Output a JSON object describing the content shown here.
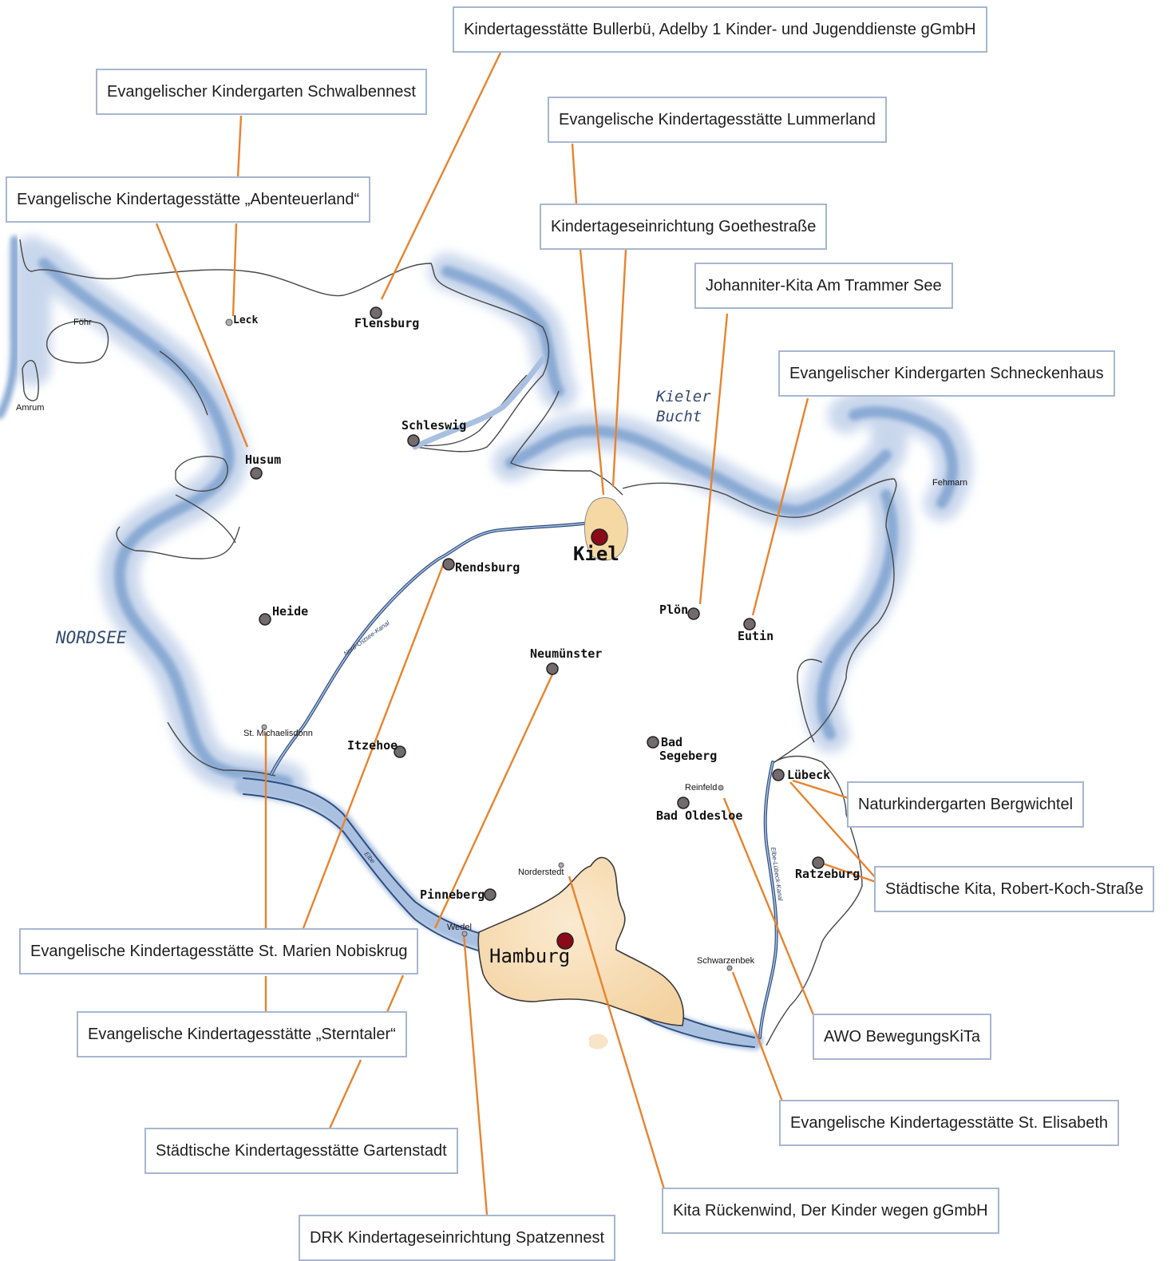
{
  "water_labels": {
    "nordsee": "NORDSEE",
    "kieler_bucht_line1": "Kieler",
    "kieler_bucht_line2": "Bucht",
    "nord_ostsee_kanal": "Nord-Ostsee-Kanal",
    "elbe_luebeck_kanal": "Elbe-Lübeck-Kanal",
    "elbe": "Elbe"
  },
  "islands": {
    "foehr": "Föhr",
    "amrum": "Amrum",
    "fehmarn": "Fehmarn"
  },
  "cities": {
    "leck": "Leck",
    "flensburg": "Flensburg",
    "schleswig": "Schleswig",
    "husum": "Husum",
    "rendsburg": "Rendsburg",
    "kiel": "Kiel",
    "heide": "Heide",
    "ploen": "Plön",
    "eutin": "Eutin",
    "neumuenster": "Neumünster",
    "st_michaelisdonn": "St. Michaelisdonn",
    "itzehoe": "Itzehoe",
    "bad_segeberg_line1": "Bad",
    "bad_segeberg_line2": "Segeberg",
    "reinfeld": "Reinfeld",
    "luebeck": "Lübeck",
    "bad_oldesloe": "Bad Oldesloe",
    "ratzeburg": "Ratzeburg",
    "norderstedt": "Norderstedt",
    "pinneberg": "Pinneberg",
    "wedel": "Wedel",
    "hamburg": "Hamburg",
    "schwarzenbek": "Schwarzenbek"
  },
  "institutions": {
    "bullerbue": "Kindertagesstätte Bullerbü, Adelby 1 Kinder- und Jugenddienste gGmbH",
    "schwalbennest": "Evangelischer Kindergarten Schwalbennest",
    "lummerland": "Evangelische Kindertagesstätte Lummerland",
    "abenteuerland": "Evangelische Kindertagesstätte „Abenteuerland“",
    "goethestrasse": "Kindertageseinrichtung Goethestraße",
    "trammer_see": "Johanniter-Kita Am Trammer See",
    "schneckenhaus": "Evangelischer Kindergarten Schneckenhaus",
    "bergwichtel": "Naturkindergarten Bergwichtel",
    "robert_koch": "Städtische Kita, Robert-Koch-Straße",
    "st_marien": "Evangelische Kindertagesstätte St. Marien Nobiskrug",
    "awo": "AWO BewegungsKiTa",
    "sterntaler": "Evangelische Kindertagesstätte „Sterntaler“",
    "st_elisabeth": "Evangelische Kindertagesstätte St. Elisabeth",
    "gartenstadt": "Städtische Kindertagesstätte Gartenstadt",
    "rueckenwind": "Kita Rückenwind, Der Kinder wegen gGmbH",
    "spatzennest": "DRK Kindertageseinrichtung Spatzennest"
  },
  "colors": {
    "leader_line": "#e8832d",
    "box_border": "#a7b6cf",
    "water": "#8aaad4",
    "city_area": "#f6dcb0",
    "major_city_dot": "#8b0a1a"
  }
}
